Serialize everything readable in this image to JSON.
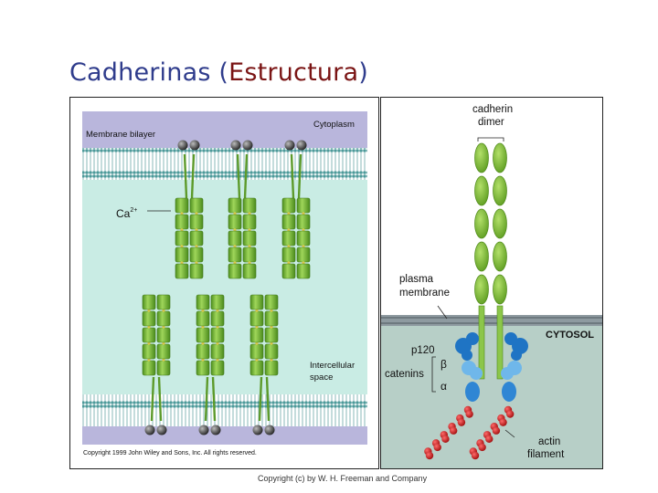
{
  "title": {
    "prefix": "Cadherinas (",
    "accent": "Estructura",
    "suffix": ")"
  },
  "left_figure": {
    "label_membrane": "Membrane bilayer",
    "label_cytoplasm": "Cytoplasm",
    "label_ca": "Ca",
    "label_ca_sup": "2+",
    "label_intercellular_1": "Intercellular",
    "label_intercellular_2": "space",
    "copyright": "Copyright 1999 John Wiley and Sons, Inc. All rights reserved."
  },
  "right_figure": {
    "label_cadherin_1": "cadherin",
    "label_cadherin_2": "dimer",
    "label_plasma_1": "plasma",
    "label_plasma_2": "membrane",
    "label_cytosol": "CYTOSOL",
    "label_p120": "p120",
    "label_catenins": "catenins",
    "label_beta": "β",
    "label_alpha": "α",
    "label_actin_1": "actin",
    "label_actin_2": "filament"
  },
  "footer_credit": "Copyright (c) by W. H. Freeman and Company",
  "colors": {
    "title": "#2f3c8c",
    "title_accent": "#7a1414",
    "cytoplasm": "#b9b6dc",
    "intercellular": "#c9ece4",
    "cadherin_green": "#7fbf3a",
    "cytosol": "#b7cfc7",
    "catenin_blue": "#1f74c4",
    "actin_red": "#c41818"
  }
}
